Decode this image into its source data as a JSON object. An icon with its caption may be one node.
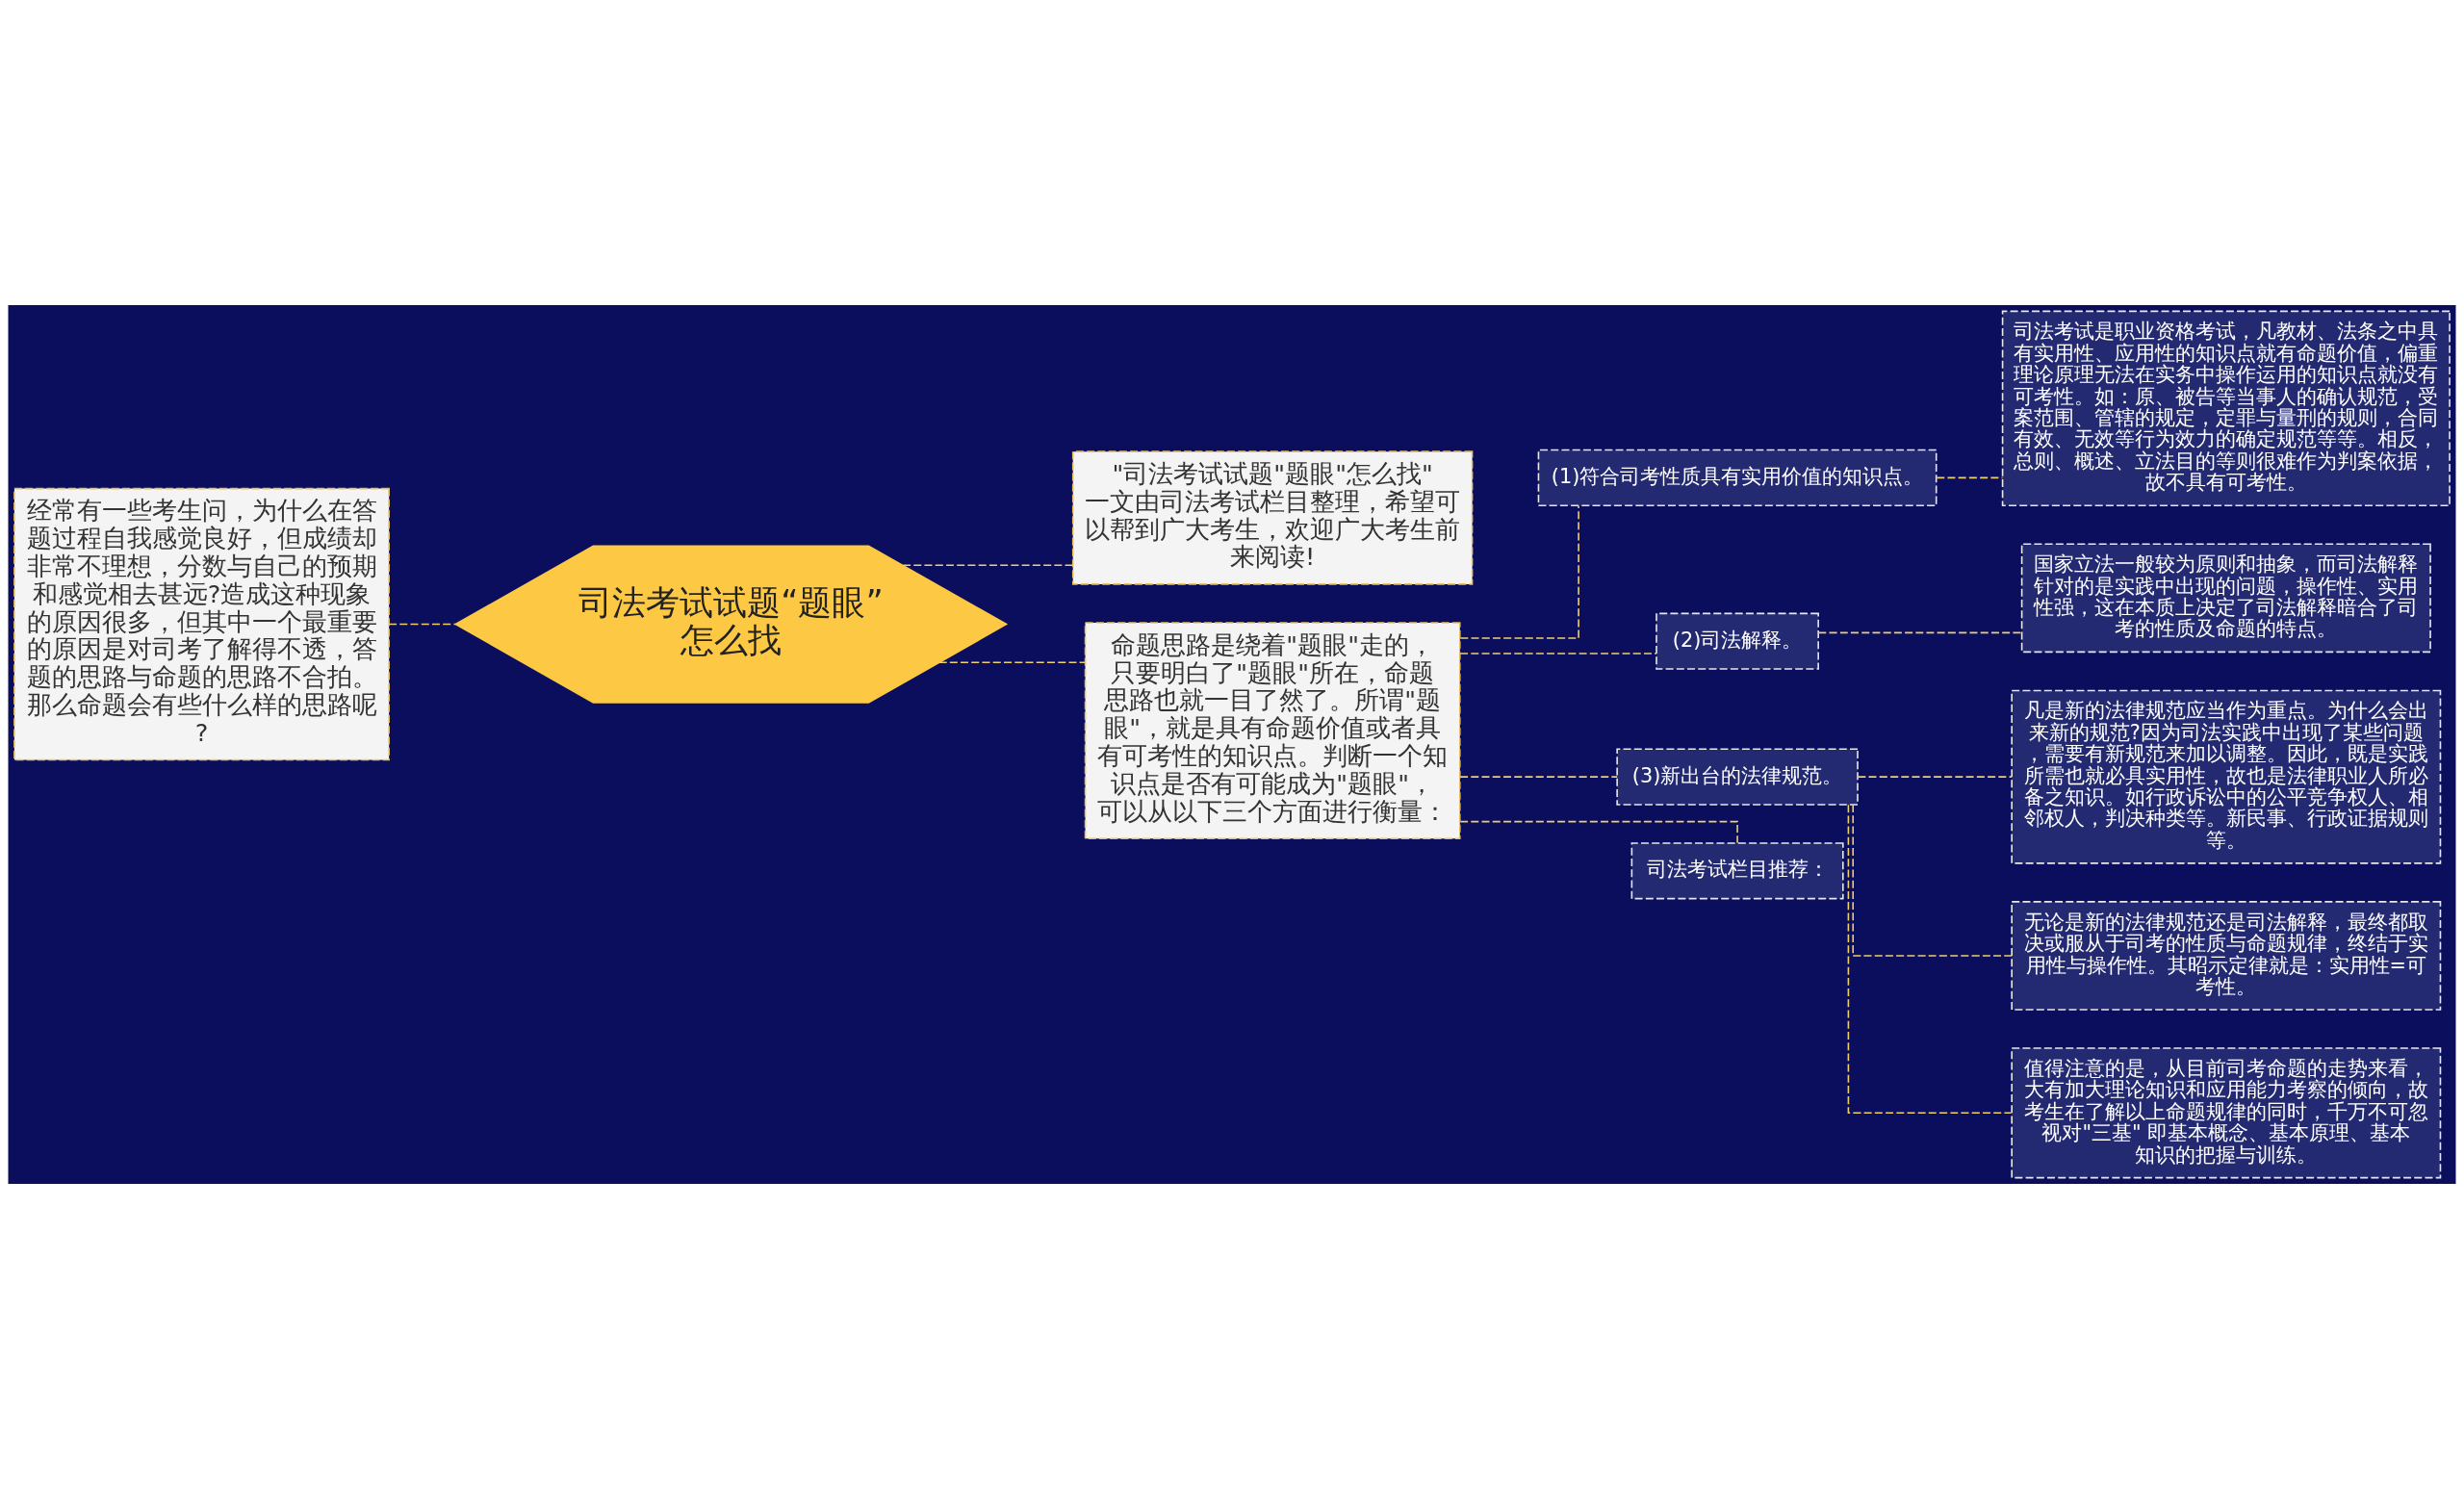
{
  "diagram": {
    "nodes": [
      {
        "text": [
          "司法考试试题“题眼”怎么找"
        ]
      },
      {
        "text": [
          "经常有一些考生问，为什么在答题过程自我感觉良好，但成绩却非常不理想，分数与自己的预期和感觉相去甚远?造成这种现象的原因很多，但其中一个最重要的原因是对司考了解得不透，答题的思路与命题的思路不合拍。那么命题会有些什么样的思路呢?"
        ]
      },
      {
        "text": [
          "\"司法考试试题\"题眼\"怎么找\"一文由司法考试栏目整理，希望可以帮到广大考生，欢迎广大考生前来阅读!"
        ]
      },
      {
        "text": [
          "命题思路是绕着\"题眼\"走的，只要明白了\"题眼\"所在，命题思路也就一目了然了。所谓\"题眼\"，就是具有命题价值或者具有可考性的知识点。判断一个知识点是否有可能成为\"题眼\"，可以从以下三个方面进行衡量："
        ]
      },
      {
        "text": [
          "(1)符合司考性质具有实用价值的知识点。"
        ]
      },
      {
        "text": [
          "司法考试是职业资格考试，凡教材、法条之中具有实用性、应用性的知识点就有命题价值，偏重理论原理无法在实务中操作运用的知识点就没有可考性。如：原、被告等当事人的确认规范，受案范围、管辖的规定，定罪与量刑的规则，合同有效、无效等行为效力的确定规范等等。相反，总则、概述、立法目的等则很难作为判案依据，故不具有可考性。"
        ]
      },
      {
        "text": [
          "(2)司法解释。"
        ]
      },
      {
        "text": [
          "国家立法一般较为原则和抽象，而司法解释针对的是实践中出现的问题，操作性、实用性强，这在本质上决定了司法解释暗合了司考的性质及命题的特点。"
        ]
      },
      {
        "text": [
          "(3)新出台的法律规范。"
        ]
      },
      {
        "text": [
          "凡是新的法律规范应当作为重点。为什么会出来新的规范?因为司法实践中出现了某些问题，需要有新规范来加以调整。因此，既是实践所需也就必具实用性，故也是法律职业人所必备之知识。如行政诉讼中的公平竞争权人、相邻权人，判决种类等。新民事、行政证据规则等。"
        ]
      },
      {
        "text": [
          "无论是新的法律规范还是司法解释，最终都取决或服从于司考的性质与命题规律，终结于实用性与操作性。其昭示定律就是：实用性=可考性。"
        ]
      },
      {
        "text": [
          "值得注意的是，从目前司考命题的走势来看，大有加大理论知识和应用能力考察的倾向，故考生在了解以上命题规律的同时，千万不可忽视对\"三基\" 即基本概念、基本原理、基本知识的把握与训练。"
        ]
      },
      {
        "text": [
          "司法考试栏目推荐："
        ]
      }
    ],
    "edges": [
      {
        "from": 0,
        "to": 1,
        "arrow": "none"
      },
      {
        "from": 0,
        "to": 2,
        "arrow": "none"
      },
      {
        "from": 0,
        "to": 3,
        "arrow": "none"
      },
      {
        "from": 3,
        "to": 4,
        "arrow": "none"
      },
      {
        "from": 4,
        "to": 5,
        "arrow": "none"
      },
      {
        "from": 3,
        "to": 6,
        "arrow": "none"
      },
      {
        "from": 6,
        "to": 7,
        "arrow": "none"
      },
      {
        "from": 3,
        "to": 8,
        "arrow": "none"
      },
      {
        "from": 8,
        "to": 9,
        "arrow": "none"
      },
      {
        "from": 8,
        "to": 10,
        "arrow": "none"
      },
      {
        "from": 8,
        "to": 11,
        "arrow": "none"
      },
      {
        "from": 3,
        "to": 12,
        "arrow": "none"
      }
    ]
  }
}
